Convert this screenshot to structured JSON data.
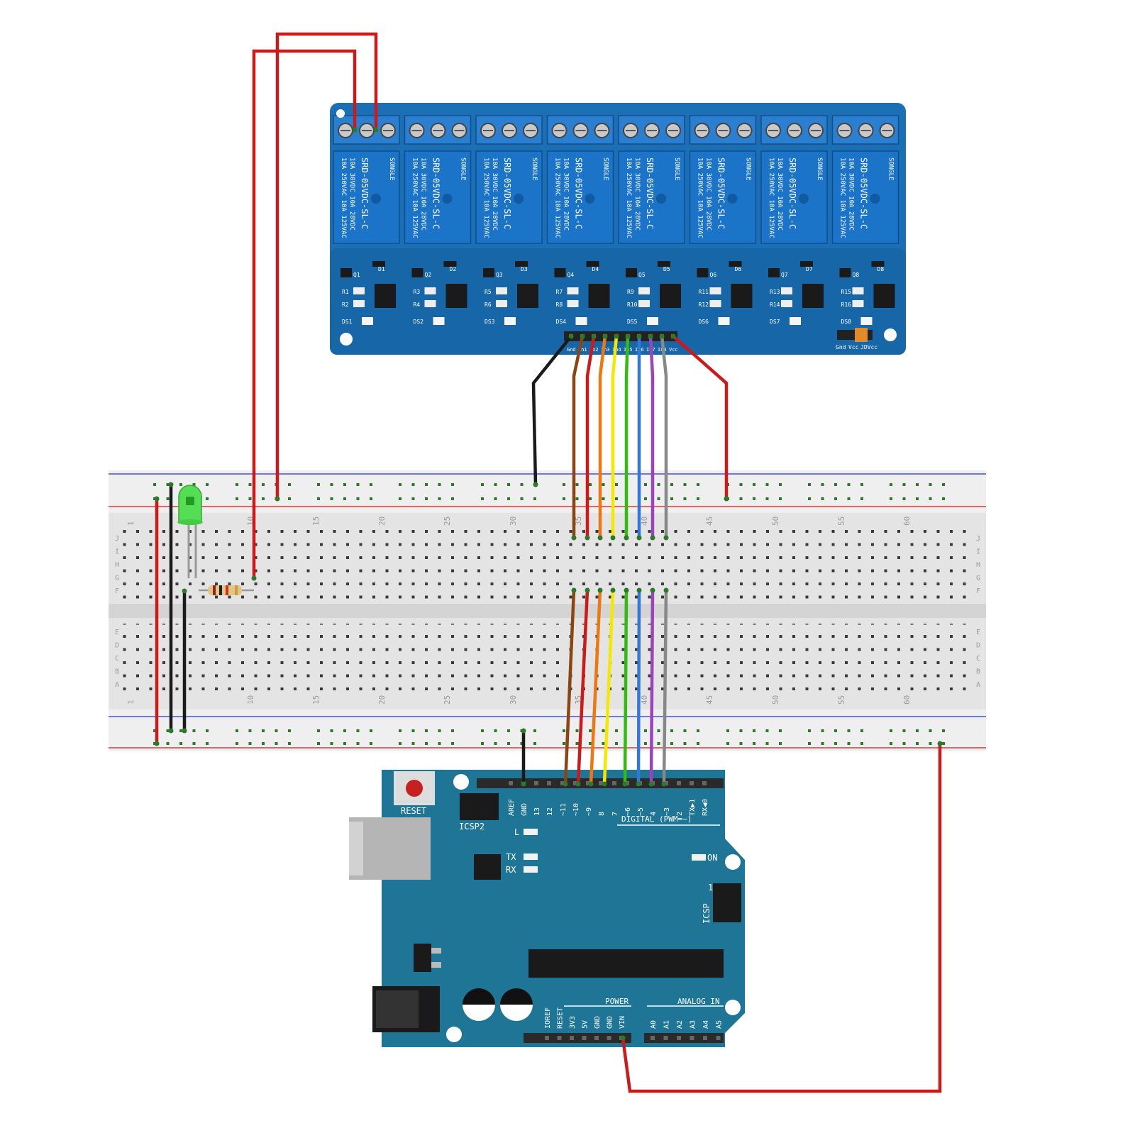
{
  "relay_module": {
    "relay_markings": [
      "10A 250VAC 10A 125VAC",
      "10A 30VDC 10A 28VDC",
      "SRD-05VDC-SL-C",
      "SONGLE"
    ],
    "channel_count": 8,
    "component_labels": [
      "Q1",
      "Q2",
      "Q3",
      "Q4",
      "Q5",
      "Q6",
      "Q7",
      "Q8",
      "D1",
      "D2",
      "D3",
      "D4",
      "D5",
      "D6",
      "D7",
      "D8",
      "DS1",
      "DS2",
      "DS3",
      "DS4",
      "DS5",
      "DS6",
      "DS7",
      "DS8",
      "R1",
      "R2",
      "R3",
      "R4",
      "R5",
      "R6",
      "R7",
      "R8",
      "R9",
      "R10",
      "R11",
      "R12",
      "R13",
      "R14",
      "R15",
      "R16"
    ],
    "header_pin_labels": [
      "Gnd",
      "In1",
      "In2",
      "In3",
      "In4",
      "In5",
      "In6",
      "In7",
      "In8",
      "Vcc"
    ],
    "jumper_labels": [
      "Gnd",
      "Vcc",
      "JDVcc"
    ]
  },
  "breadboard": {
    "column_numbers": [
      "1",
      "10",
      "15",
      "20",
      "25",
      "30",
      "35",
      "40",
      "45",
      "50",
      "55",
      "60"
    ],
    "row_letters_top": [
      "J",
      "I",
      "H",
      "G",
      "F"
    ],
    "row_letters_bottom": [
      "E",
      "D",
      "C",
      "B",
      "A"
    ]
  },
  "arduino": {
    "reset_label": "RESET",
    "icsp2_label": "ICSP2",
    "icsp_label": "ICSP",
    "icsp_pin1_label": "1",
    "digital_label": "DIGITAL (PWM=~)",
    "digital_pins": [
      "AREF",
      "GND",
      "13",
      "12",
      "~11",
      "~10",
      "~9",
      "8",
      "7",
      "~6",
      "~5",
      "4",
      "~3",
      "2",
      "TX▶1",
      "RX◀0"
    ],
    "led_l_label": "L",
    "tx_label": "TX",
    "rx_label": "RX",
    "on_label": "ON",
    "power_label": "POWER",
    "power_pins": [
      "IOREF",
      "RESET",
      "3V3",
      "5V",
      "GND",
      "GND",
      "VIN"
    ],
    "analog_label": "ANALOG IN",
    "analog_pins": [
      "A0",
      "A1",
      "A2",
      "A3",
      "A4",
      "A5"
    ]
  },
  "colors": {
    "relay_board": "#1a6fb5",
    "relay_cube": "#1c74c8",
    "arduino_board": "#1e7596",
    "wire_red": "#cc1a1a",
    "wire_black": "#1a1a1a",
    "wire_brown": "#8b4513",
    "wire_orange": "#ee7711",
    "wire_yellow": "#f5e800",
    "wire_green": "#33bb11",
    "wire_blue": "#3377dd",
    "wire_purple": "#9944bb",
    "wire_gray": "#888888",
    "led_green": "#55dd55"
  },
  "icons": [
    "led-icon",
    "resistor-icon",
    "reset-button-icon",
    "usb-connector-icon",
    "dc-jack-icon",
    "capacitor-icon",
    "voltage-regulator-icon"
  ]
}
